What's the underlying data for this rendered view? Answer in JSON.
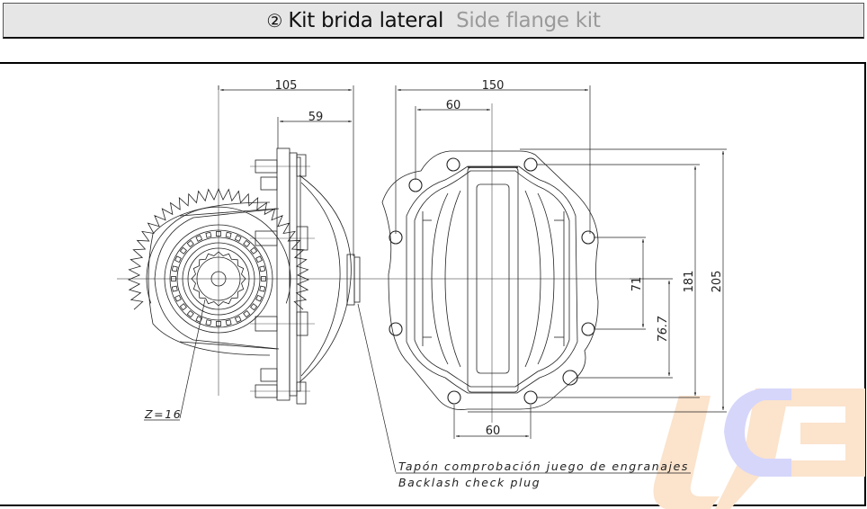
{
  "header": {
    "number_glyph": "②",
    "title_es": "Kit brida lateral",
    "title_en": "Side flange kit"
  },
  "drawing": {
    "left_view": {
      "dimensions": {
        "overall_depth": "105",
        "flange_depth": "59"
      },
      "gear_label": "Z=16"
    },
    "right_view": {
      "dimensions": {
        "overall_width": "150",
        "top_hole_offset": "60",
        "bottom_hole_spacing": "60",
        "side_hole_spacing": "71",
        "lower_hole_offset": "76.7",
        "hole_pattern_height": "181",
        "overall_height": "205"
      }
    },
    "annotation": {
      "line1": "Tapón comprobación juego de engranajes",
      "line2": "Backlash check plug"
    }
  },
  "watermark": {
    "text": "uCB",
    "colors": {
      "orange": "#fbe3cc",
      "blue": "#d6d6fb"
    }
  }
}
